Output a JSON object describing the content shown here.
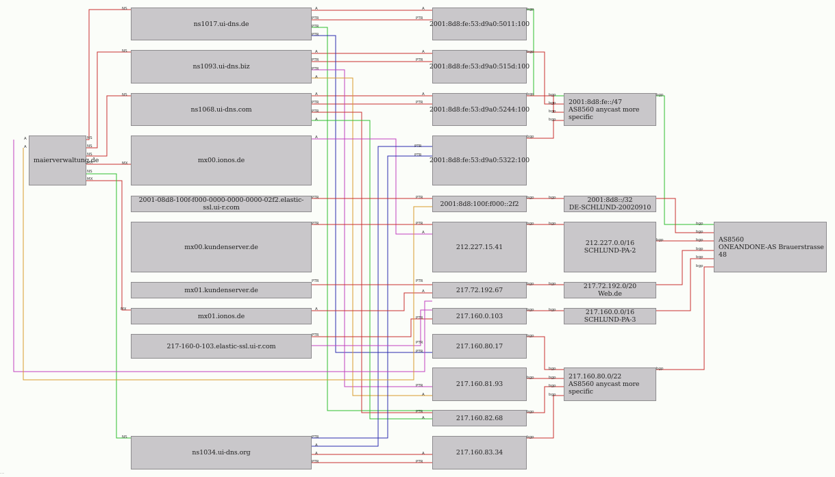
{
  "nodes": {
    "maierverwaltung": {
      "label": "maierverwaltung.de"
    },
    "ns1017": {
      "label": "ns1017.ui-dns.de"
    },
    "ns1093": {
      "label": "ns1093.ui-dns.biz"
    },
    "ns1068": {
      "label": "ns1068.ui-dns.com"
    },
    "mx00ionos": {
      "label": "mx00.ionos.de"
    },
    "elastic2f2": {
      "label": "2001-08d8-100f-f000-0000-0000-0000-02f2.elastic-ssl.ui-r.com"
    },
    "mx00kunden": {
      "label": "mx00.kundenserver.de"
    },
    "mx01kunden": {
      "label": "mx01.kundenserver.de"
    },
    "mx01ionos": {
      "label": "mx01.ionos.de"
    },
    "elastic103": {
      "label": "217-160-0-103.elastic-ssl.ui-r.com"
    },
    "ns1034": {
      "label": "ns1034.ui-dns.org"
    },
    "ip5011": {
      "label": "2001:8d8:fe:53:d9a0:5011:100"
    },
    "ip515d": {
      "label": "2001:8d8:fe:53:d9a0:515d:100"
    },
    "ip5244": {
      "label": "2001:8d8:fe:53:d9a0:5244:100"
    },
    "ip5322": {
      "label": "2001:8d8:fe:53:d9a0:5322:100"
    },
    "ip2f2": {
      "label": "2001:8d8:100f:f000::2f2"
    },
    "ip21227": {
      "label": "212.227.15.41"
    },
    "ip21772": {
      "label": "217.72.192.67"
    },
    "ip2171600103": {
      "label": "217.160.0.103"
    },
    "ip2171608017": {
      "label": "217.160.80.17"
    },
    "ip2171608193": {
      "label": "217.160.81.93"
    },
    "ip2171608268": {
      "label": "217.160.82.68"
    },
    "ip2171608334": {
      "label": "217.160.83.34"
    },
    "pfx_fe47": {
      "line1": "2001:8d8:fe::/47",
      "line2": "AS8560 anycast more specific"
    },
    "pfx_8d832": {
      "line1": "2001:8d8::/32",
      "line2": "DE-SCHLUND-20020910"
    },
    "pfx_212227": {
      "line1": "212.227.0.0/16",
      "line2": "SCHLUND-PA-2"
    },
    "pfx_21772": {
      "line1": "217.72.192.0/20",
      "line2": "Web.de"
    },
    "pfx_217160": {
      "line1": "217.160.0.0/16",
      "line2": "SCHLUND-PA-3"
    },
    "pfx_21716080": {
      "line1": "217.160.80.0/22",
      "line2": "AS8560 anycast more specific"
    },
    "as8560": {
      "line1": "AS8560",
      "line2": "ONEANDONE-AS Brauerstrasse 48"
    }
  },
  "edge_labels": {
    "ns": "NS",
    "mx": "MX",
    "a": "A",
    "ptr": "PTR",
    "bgp": "bgp"
  },
  "colors": {
    "red": "#c8302e",
    "green": "#2fbf2f",
    "blue": "#2b2bb0",
    "magenta": "#c040c0",
    "orange": "#d89a2a",
    "node_fill": "#c9c7ca",
    "node_border": "#8d8b8e"
  }
}
